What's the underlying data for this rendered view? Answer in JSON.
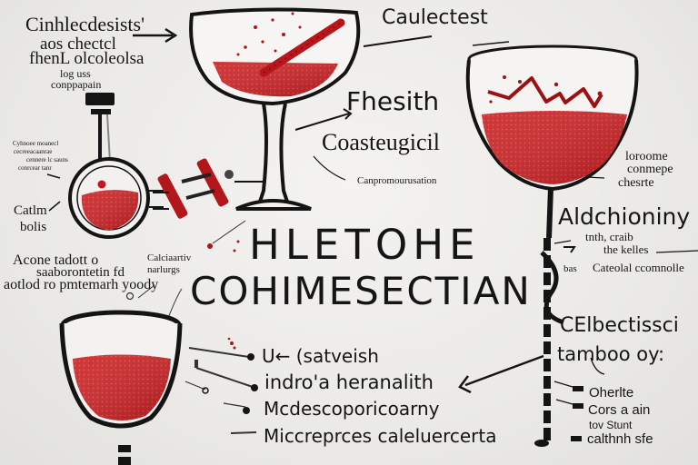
{
  "diagram": {
    "title_line1": "HLETOHE",
    "title_line2": "COHIMESECTIAN",
    "colors": {
      "background": "#ecebe8",
      "wine_red": "#c8191b",
      "wine_dark": "#9e1014",
      "ink": "#141414"
    },
    "labels": {
      "top_left": {
        "line1": "Cinhlecdesists'",
        "line2": "aos chectcl",
        "line3": "fhenL olcoleolsa",
        "line4": "log uss",
        "line5": "conppapain"
      },
      "top_center": "Caulectest",
      "center_upper_1": "Fhesith",
      "center_upper_2": "Coasteugicil",
      "center_small": "Canpromourusation",
      "left_small_block": {
        "line1": "Cyhnoee moanecl",
        "line2": "cecreeacaanrae",
        "line3": "cennere lc sauns",
        "line4": "conrcear tanr"
      },
      "left_flask_label": {
        "line1": "Catlm",
        "line2": "bolis"
      },
      "left_middle": {
        "line1": "Acone tadott o",
        "line2": "saaborontetin fd",
        "line3": "aotlod ro pmtemarh yoody"
      },
      "left_middle_small": {
        "line1": "Calciaartiv",
        "line2": "narlurgs"
      },
      "right_small_top": {
        "line1": "loroome",
        "line2": "conmepe",
        "line3": "chesrte"
      },
      "right_large": "Aldchioniny",
      "right_small_mid": {
        "line1": "tnth, craib",
        "line2": "the kelles"
      },
      "right_small_row": {
        "left": "bas",
        "right": "Cateolal ccomnolle"
      },
      "right_lower_large_1": "CElbectissci",
      "right_lower_large_2": "tamboo oy:",
      "right_bottom_list": [
        "Oherlte",
        "Cors a ain",
        "tov Stunt",
        "calthnh sfe"
      ],
      "bottom_list": [
        "U←  (satveish",
        "indro'a heranalith",
        "Mcdescoporicoarny",
        "Miccreprces  caleluercerta"
      ]
    }
  }
}
